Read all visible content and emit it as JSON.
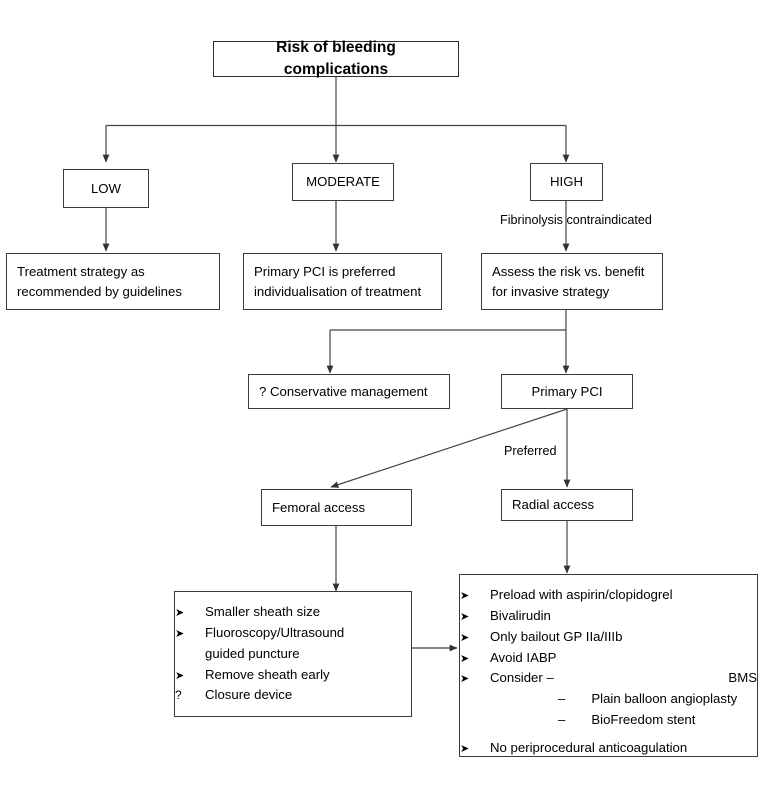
{
  "diagram": {
    "title_node": {
      "label": "Risk of bleeding complications"
    },
    "risk_levels": [
      {
        "label": "LOW"
      },
      {
        "label": "MODERATE"
      },
      {
        "label": "HIGH"
      }
    ],
    "edge_labels": {
      "fibrinolysis": "Fibrinolysis contraindicated",
      "preferred": "Preferred"
    },
    "strategy_nodes": [
      {
        "label": "Treatment strategy as recommended by guidelines"
      },
      {
        "label": "Primary PCI is preferred individualisation of treatment"
      },
      {
        "label": "Assess the risk vs. benefit for invasive strategy"
      }
    ],
    "pathway_nodes": [
      {
        "label": "? Conservative management"
      },
      {
        "label": "Primary PCI"
      }
    ],
    "access_nodes": [
      {
        "label": "Femoral access"
      },
      {
        "label": "Radial access"
      }
    ],
    "femoral_measures": {
      "items": [
        {
          "mark": "➤",
          "text": "Smaller sheath size"
        },
        {
          "mark": "➤",
          "text": "Fluoroscopy/Ultrasound"
        },
        {
          "mark": "",
          "text": "guided puncture"
        },
        {
          "mark": "➤",
          "text": "Remove sheath early"
        },
        {
          "mark": "?",
          "text": "Closure device"
        }
      ]
    },
    "radial_measures": {
      "items": [
        {
          "mark": "➤",
          "text": "Preload with aspirin/clopidogrel"
        },
        {
          "mark": "➤",
          "text": "Bivalirudin"
        },
        {
          "mark": "➤",
          "text": "Only bailout GP IIa/IIIb"
        },
        {
          "mark": "➤",
          "text": "Avoid IABP"
        },
        {
          "mark": "➤",
          "text": "Consider –",
          "sub": "BMS"
        },
        {
          "mark": "",
          "text": "–",
          "sub": "Plain balloon angioplasty"
        },
        {
          "mark": "",
          "text": "–",
          "sub": "BioFreedom stent"
        },
        {
          "mark": "➤",
          "text": "No periprocedural anticoagulation"
        }
      ]
    },
    "colors": {
      "stroke": "#3a3a3a",
      "line": "#444444",
      "background": "#ffffff",
      "text": "#000000"
    }
  }
}
